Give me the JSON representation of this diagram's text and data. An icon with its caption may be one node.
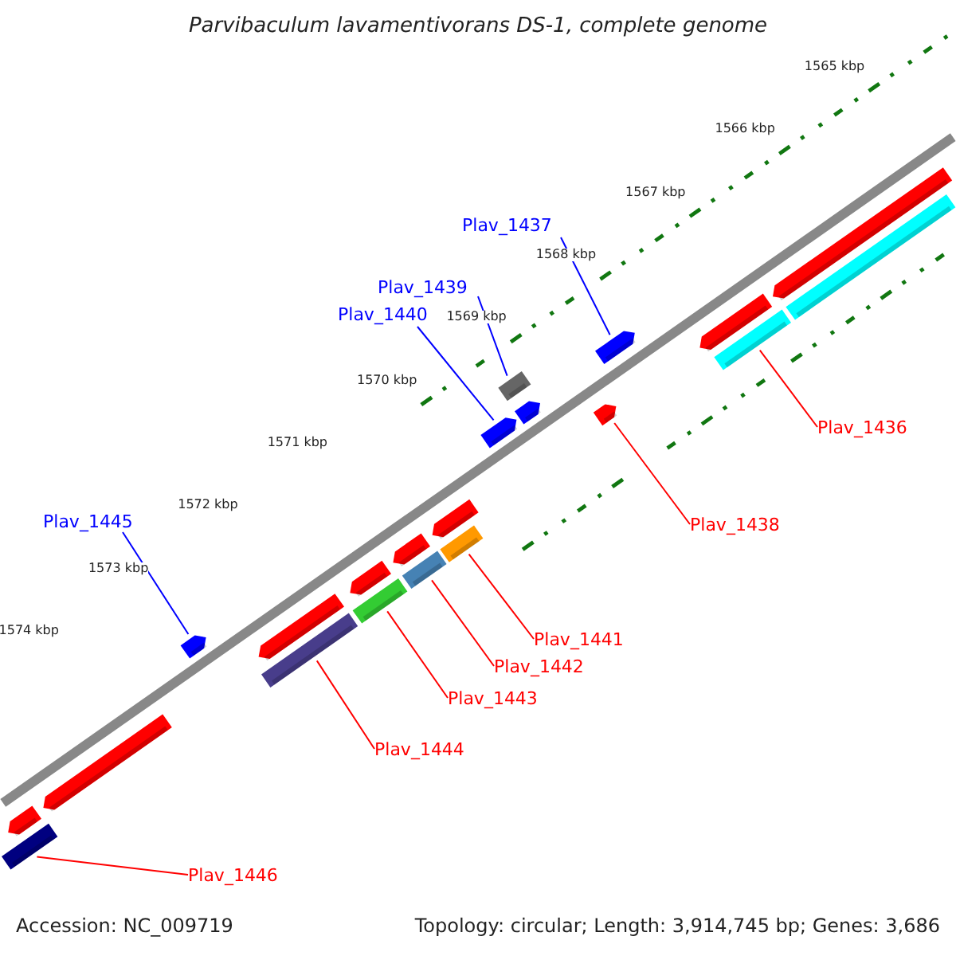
{
  "diagram": {
    "title": "Parvibaculum lavamentivorans DS-1, complete genome",
    "nodes": [
      {
        "text": [
          "Plav_1437"
        ]
      },
      {
        "text": [
          "Plav_1439"
        ]
      },
      {
        "text": [
          "Plav_1440"
        ]
      },
      {
        "text": [
          "Plav_1436"
        ]
      },
      {
        "text": [
          "Plav_1438"
        ]
      },
      {
        "text": [
          "Plav_1445"
        ]
      },
      {
        "text": [
          "Plav_1441"
        ]
      },
      {
        "text": [
          "Plav_1442"
        ]
      },
      {
        "text": [
          "Plav_1443"
        ]
      },
      {
        "text": [
          "Plav_1444"
        ]
      },
      {
        "text": [
          "Plav_1446"
        ]
      },
      {
        "text": [],
        "shape": "bar"
      },
      {
        "text": [],
        "shape": "bar"
      },
      {
        "text": [],
        "shape": "bar"
      },
      {
        "text": [],
        "shape": "bar"
      },
      {
        "text": [],
        "shape": "bar"
      },
      {
        "text": [],
        "shape": "bar"
      },
      {
        "text": [],
        "shape": "bar"
      },
      {
        "text": [],
        "shape": "bar"
      },
      {
        "text": [],
        "shape": "bar"
      },
      {
        "text": [],
        "shape": "bar"
      },
      {
        "text": [],
        "shape": "bar"
      },
      {
        "text": [],
        "shape": "bar"
      },
      {
        "text": [],
        "shape": "bar"
      },
      {
        "text": [],
        "shape": "bar"
      },
      {
        "text": [],
        "shape": "bar"
      },
      {
        "text": [],
        "shape": "bar"
      },
      {
        "text": [],
        "shape": "bar"
      },
      {
        "text": [],
        "shape": "bar"
      },
      {
        "text": [],
        "shape": "bar"
      },
      {
        "text": [],
        "shape": "bar"
      },
      {
        "text": [],
        "shape": "bar"
      }
    ],
    "edges": [
      {
        "from": 0,
        "to": 27,
        "arrow": "none",
        "color": "#0000ff"
      },
      {
        "from": 1,
        "to": 24,
        "arrow": "none",
        "color": "#0000ff"
      },
      {
        "from": 2,
        "to": 23,
        "arrow": "none",
        "color": "#0000ff"
      },
      {
        "from": 3,
        "to": 28,
        "arrow": "none"
      },
      {
        "from": 4,
        "to": 26,
        "arrow": "none"
      },
      {
        "from": 5,
        "to": 14,
        "arrow": "none",
        "color": "#0000ff"
      },
      {
        "from": 6,
        "to": 21,
        "arrow": "none"
      },
      {
        "from": 7,
        "to": 19,
        "arrow": "none"
      },
      {
        "from": 8,
        "to": 17,
        "arrow": "none"
      },
      {
        "from": 9,
        "to": 15,
        "arrow": "none"
      },
      {
        "from": 10,
        "to": 11,
        "arrow": "none"
      }
    ],
    "labels": [
      "1565 kbp",
      "1566 kbp",
      "1567 kbp",
      "1568 kbp",
      "1569 kbp",
      "1570 kbp",
      "1571 kbp",
      "1572 kbp",
      "1573 kbp",
      "1574 kbp",
      "Accession: NC_009719",
      "Topology: circular; Length: 3,914,745 bp; Genes: 3,686"
    ]
  }
}
